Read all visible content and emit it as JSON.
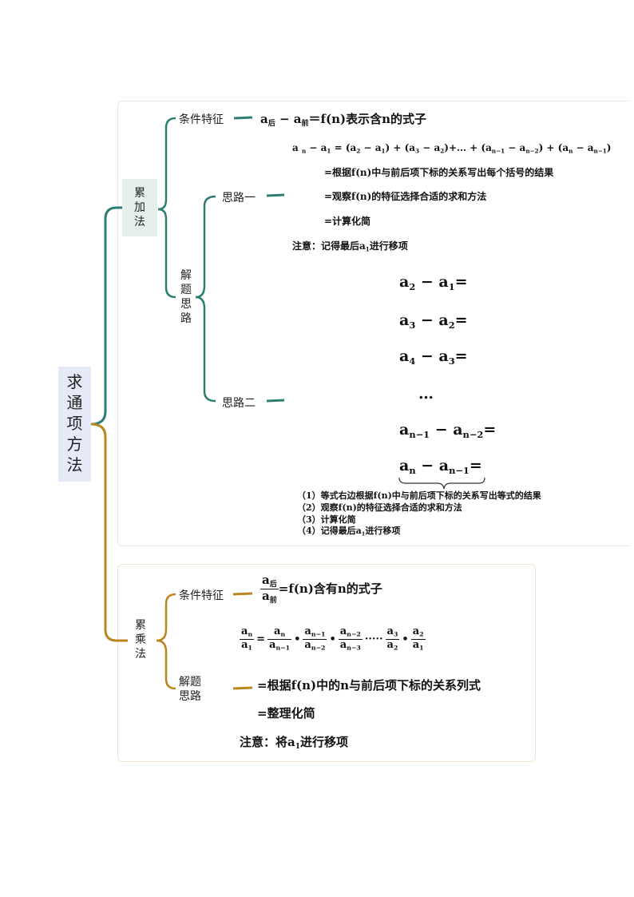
{
  "root": {
    "chars": [
      "求",
      "通",
      "项",
      "方",
      "法"
    ]
  },
  "colors": {
    "teal": "#2e7d73",
    "gold": "#b8861d",
    "root_bg": "#e6eaf8",
    "teal_bg": "#e5f0ed"
  },
  "leijia": {
    "chars": [
      "累",
      "加",
      "法"
    ],
    "condition": {
      "label": "条件特征",
      "formula": {
        "a1": "a",
        "s1": "后",
        "minus": "−",
        "a2": "a",
        "s2": "前",
        "rest": "＝f(n)表示含n的式子"
      }
    },
    "solve": {
      "chars": [
        "解",
        "题",
        "思",
        "路"
      ],
      "idea1": {
        "label": "思路一",
        "expansion": "a",
        "expansion_rest": [
          {
            "s": "n"
          },
          {
            "t": " − a"
          },
          {
            "s": "1"
          },
          {
            "t": " = (a"
          },
          {
            "s": "2"
          },
          {
            "t": " − a"
          },
          {
            "s": "1"
          },
          {
            "t": ") + (a"
          },
          {
            "s": "3"
          },
          {
            "t": " − a"
          },
          {
            "s": "2"
          },
          {
            "t": ")+… + (a"
          },
          {
            "s": "n−1"
          },
          {
            "t": " − a"
          },
          {
            "s": "n−2"
          },
          {
            "t": ") + (a"
          },
          {
            "s": "n"
          },
          {
            "t": " − a"
          },
          {
            "s": "n−1"
          },
          {
            "t": ")"
          }
        ],
        "steps": [
          "=根据f(n)中与前后项下标的关系写出每个括号的结果",
          "=观察f(n)的特征选择合适的求和方法",
          "=计算化简"
        ],
        "note_prefix": "注意：记得最后a",
        "note_sub": "1",
        "note_suffix": "进行移项"
      },
      "idea2": {
        "label": "思路二",
        "rows": [
          {
            "a": "a",
            "i": "2",
            "b": "a",
            "j": "1",
            "eq": "="
          },
          {
            "a": "a",
            "i": "3",
            "b": "a",
            "j": "2",
            "eq": "="
          },
          {
            "a": "a",
            "i": "4",
            "b": "a",
            "j": "3",
            "eq": "="
          },
          {
            "a": "a",
            "i": "n−1",
            "b": "a",
            "j": "n−2",
            "eq": "="
          },
          {
            "a": "a",
            "i": "n",
            "b": "a",
            "j": "n−1",
            "eq": "="
          }
        ],
        "ellipsis": "…",
        "steps": [
          "（1）等式右边根据f(n)中与前后项下标的关系写出等式的结果",
          "（2）观察f(n)的特征选择合适的求和方法",
          "（3）计算化简"
        ],
        "step4_prefix": "（4）记得最后a",
        "step4_sub": "1",
        "step4_suffix": "进行移项"
      }
    }
  },
  "leicheng": {
    "chars": [
      "累",
      "乘",
      "法"
    ],
    "condition": {
      "label": "条件特征",
      "num": "a",
      "num_sub": "后",
      "den": "a",
      "den_sub": "前",
      "rest": "=f(n)含有n的式子"
    },
    "solve": {
      "label_lines": [
        "解题",
        "思路"
      ],
      "fracs": [
        {
          "num": "a",
          "ns": "n",
          "den": "a",
          "ds": "1"
        },
        {
          "num": "a",
          "ns": "n",
          "den": "a",
          "ds": "n−1"
        },
        {
          "num": "a",
          "ns": "n−1",
          "den": "a",
          "ds": "n−2"
        },
        {
          "num": "a",
          "ns": "n−2",
          "den": "a",
          "ds": "n−3"
        },
        {
          "num": "a",
          "ns": "3",
          "den": "a",
          "ds": "2"
        },
        {
          "num": "a",
          "ns": "2",
          "den": "a",
          "ds": "1"
        }
      ],
      "eq": "=",
      "dot": "•",
      "dots": "·····",
      "steps": [
        "=根据f(n)中的n与前后项下标的关系列式",
        "=整理化简"
      ],
      "note_prefix": "注意：将a",
      "note_sub": "1",
      "note_suffix": "进行移项"
    }
  }
}
